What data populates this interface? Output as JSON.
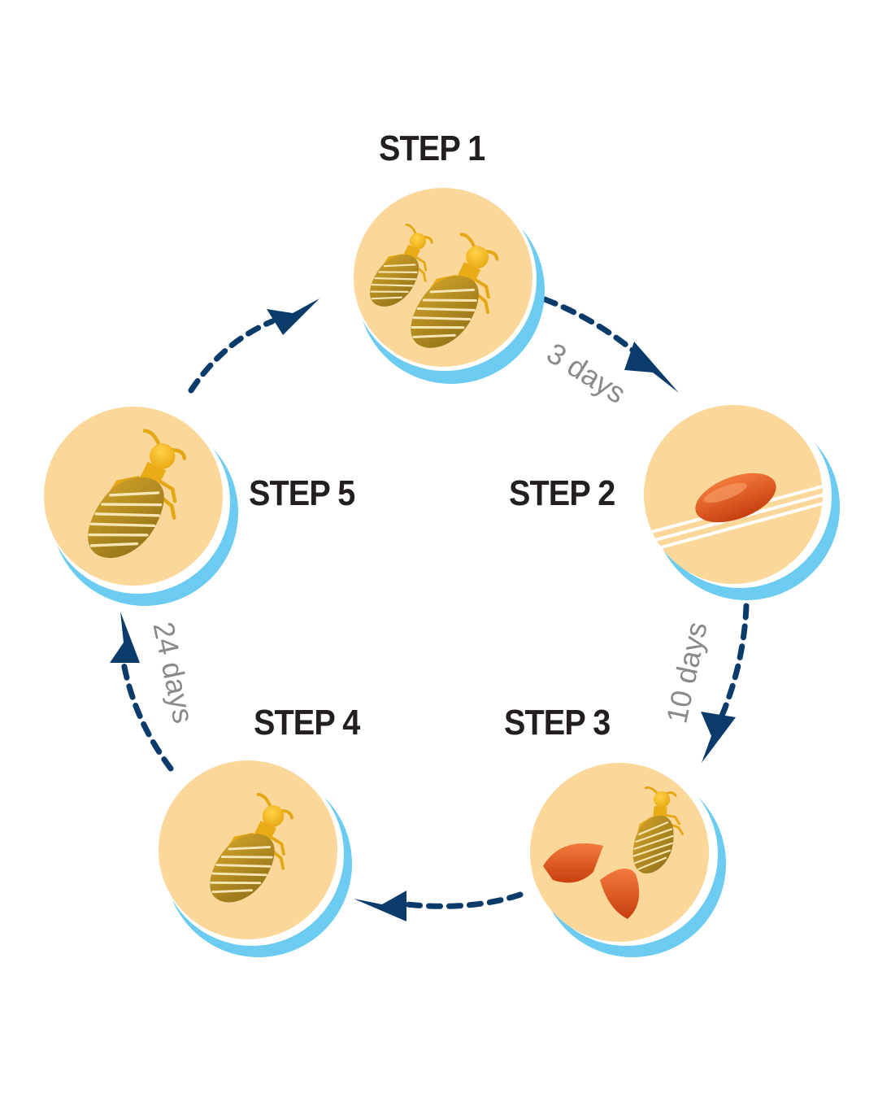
{
  "steps": [
    {
      "label": "STEP 1",
      "illustration": "two-adult-lice"
    },
    {
      "label": "STEP 2",
      "illustration": "nit-on-hair"
    },
    {
      "label": "STEP 3",
      "illustration": "hatched-nit-and-nymph"
    },
    {
      "label": "STEP 4",
      "illustration": "nymph"
    },
    {
      "label": "STEP 5",
      "illustration": "adult-louse"
    }
  ],
  "durations": {
    "step1_to_step2": "3 days",
    "step2_to_step3": "10 days",
    "step4_to_step5": "24 days"
  },
  "colors": {
    "circle_fill": "#fbd89a",
    "circle_shadow": "#6ccbf1",
    "arrow": "#0b3b6b",
    "louse_head": "#f2b624",
    "louse_body": "#a8821f",
    "nit": "#e8561c",
    "label": "#231f20",
    "duration_text": "#8a8a8a"
  }
}
